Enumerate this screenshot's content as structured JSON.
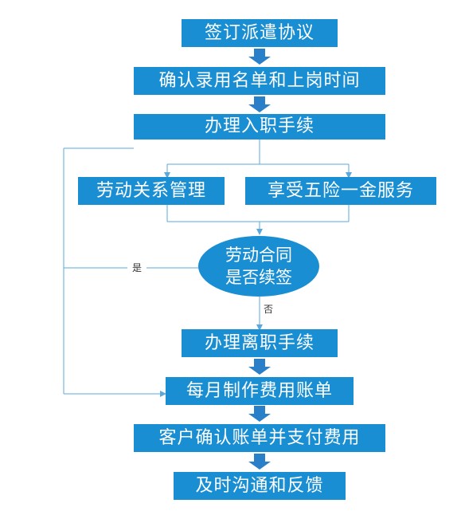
{
  "colors": {
    "box": "#1a8ed2",
    "connector": "#5aa8dc",
    "arrow": "#2a80c8",
    "label": "#333333"
  },
  "steps": {
    "sign_agreement": "签订派遣协议",
    "confirm_list": "确认录用名单和上岗时间",
    "onboarding": "办理入职手续",
    "labor_relations": "劳动关系管理",
    "benefits": "享受五险一金服务",
    "decision_line1": "劳动合同",
    "decision_line2": "是否续签",
    "offboarding": "办理离职手续",
    "monthly_billing": "每月制作费用账单",
    "client_pay": "客户确认账单并支付费用",
    "feedback": "及时沟通和反馈"
  },
  "labels": {
    "yes": "是",
    "no": "否"
  }
}
